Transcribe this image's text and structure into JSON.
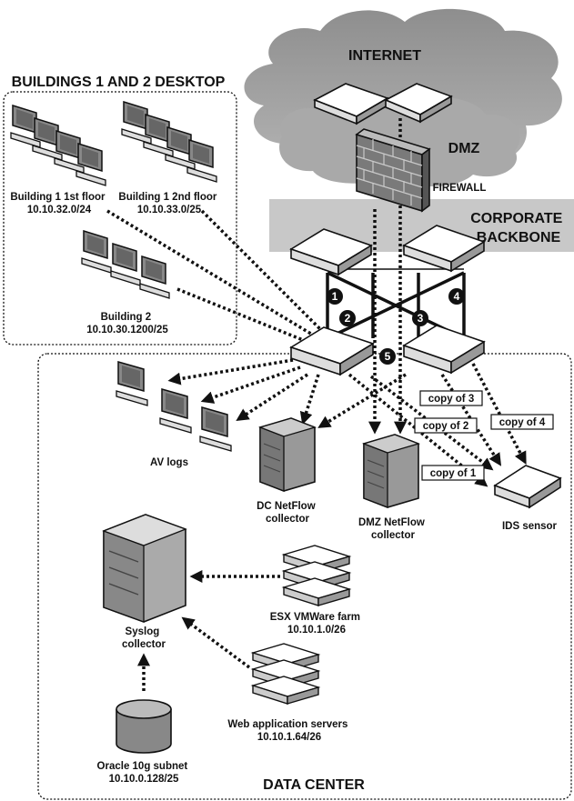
{
  "zones": {
    "internet": "INTERNET",
    "dmz": "DMZ",
    "firewall": "FIREWALL",
    "corporate_backbone": [
      "CORPORATE",
      "BACKBONE"
    ],
    "buildings_desktop": "BUILDINGS 1 AND 2 DESKTOP",
    "data_center": "DATA CENTER"
  },
  "nodes": {
    "building1_1st": [
      "Building 1 1st floor",
      "10.10.32.0/24"
    ],
    "building1_2nd": [
      "Building 1 2nd floor",
      "10.10.33.0/25"
    ],
    "building2": [
      "Building 2",
      "10.10.30.1200/25"
    ],
    "av_logs": [
      "AV logs"
    ],
    "dc_netflow": [
      "DC NetFlow",
      "collector"
    ],
    "dmz_netflow": [
      "DMZ NetFlow",
      "collector"
    ],
    "ids_sensor": [
      "IDS sensor"
    ],
    "syslog": [
      "Syslog",
      "collector"
    ],
    "esx_farm": [
      "ESX VMWare farm",
      "10.10.1.0/26"
    ],
    "web_servers": [
      "Web application servers",
      "10.10.1.64/26"
    ],
    "oracle": [
      "Oracle 10g subnet",
      "10.10.0.128/25"
    ]
  },
  "links": {
    "numbers": [
      "1",
      "2",
      "3",
      "4",
      "5"
    ],
    "copies": [
      "copy of 3",
      "copy of 2",
      "copy of 4",
      "copy of 1"
    ]
  }
}
